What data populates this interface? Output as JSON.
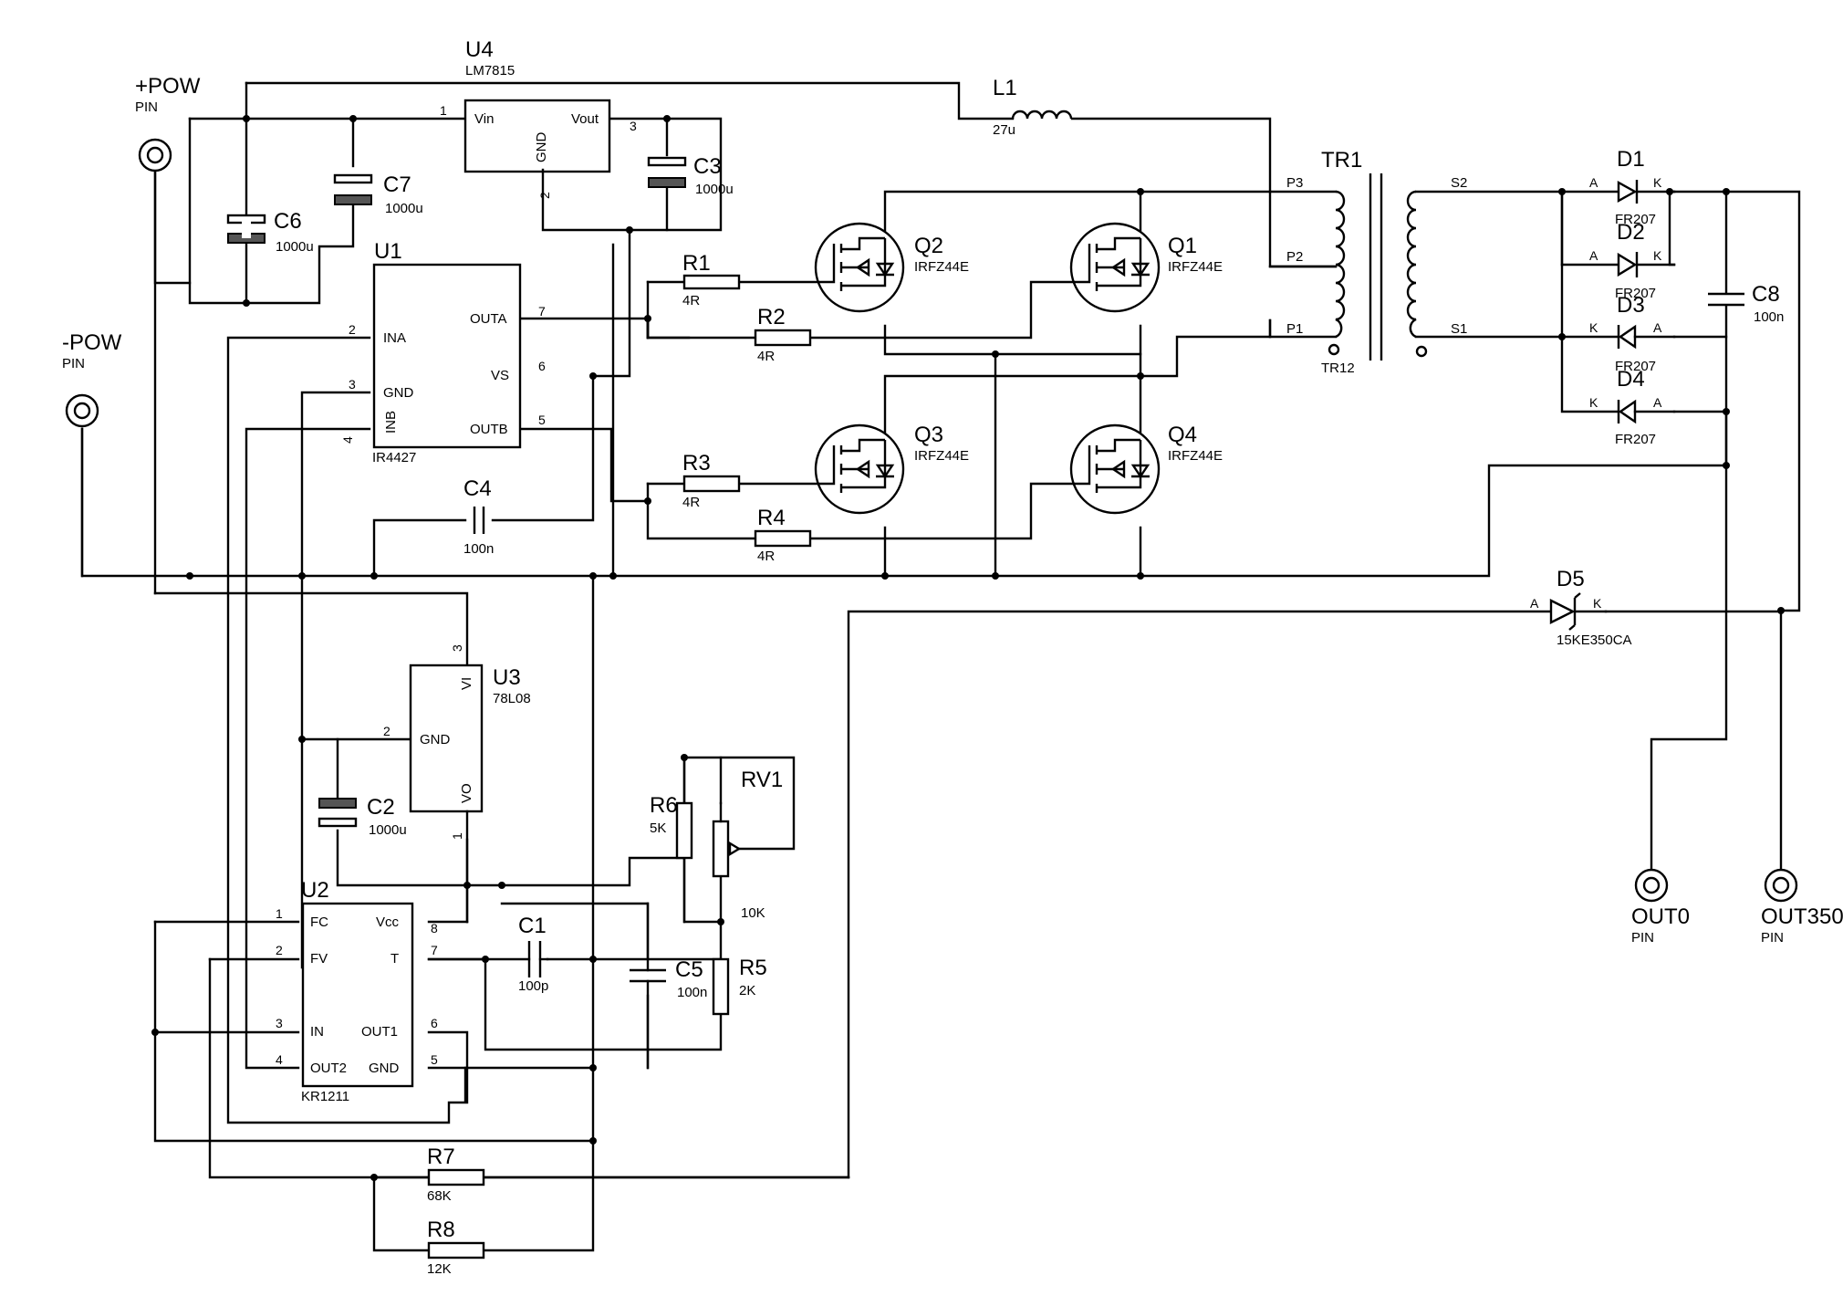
{
  "labels": {
    "pos_pow": {
      "ref": "+POW",
      "type": "PIN"
    },
    "neg_pow": {
      "ref": "-POW",
      "type": "PIN"
    },
    "u4": {
      "ref": "U4",
      "value": "LM7815",
      "pin_vin": "Vin",
      "pin_vout": "Vout",
      "pin_gnd": "GND",
      "n1": "1",
      "n2": "2",
      "n3": "3"
    },
    "l1": {
      "ref": "L1",
      "value": "27u"
    },
    "c6": {
      "ref": "C6",
      "value": "1000u"
    },
    "c7": {
      "ref": "C7",
      "value": "1000u"
    },
    "c3": {
      "ref": "C3",
      "value": "1000u"
    },
    "u1": {
      "ref": "U1",
      "value": "IR4427",
      "pin_ina": "INA",
      "pin_gnd": "GND",
      "pin_inb": "INB",
      "pin_outa": "OUTA",
      "pin_vs": "VS",
      "pin_outb": "OUTB",
      "n2": "2",
      "n3": "3",
      "n4": "4",
      "n5": "5",
      "n6": "6",
      "n7": "7"
    },
    "c4": {
      "ref": "C4",
      "value": "100n"
    },
    "r1": {
      "ref": "R1",
      "value": "4R"
    },
    "r2": {
      "ref": "R2",
      "value": "4R"
    },
    "r3": {
      "ref": "R3",
      "value": "4R"
    },
    "r4": {
      "ref": "R4",
      "value": "4R"
    },
    "q1": {
      "ref": "Q1",
      "value": "IRFZ44E"
    },
    "q2": {
      "ref": "Q2",
      "value": "IRFZ44E"
    },
    "q3": {
      "ref": "Q3",
      "value": "IRFZ44E"
    },
    "q4": {
      "ref": "Q4",
      "value": "IRFZ44E"
    },
    "tr1": {
      "ref": "TR1",
      "value": "TR12",
      "p1": "P1",
      "p2": "P2",
      "p3": "P3",
      "s1": "S1",
      "s2": "S2"
    },
    "d1": {
      "ref": "D1",
      "value": "FR207",
      "a": "A",
      "k": "K"
    },
    "d2": {
      "ref": "D2",
      "value": "FR207",
      "a": "A",
      "k": "K"
    },
    "d3": {
      "ref": "D3",
      "value": "FR207",
      "a": "A",
      "k": "K"
    },
    "d4": {
      "ref": "D4",
      "value": "FR207",
      "a": "A",
      "k": "K"
    },
    "c8": {
      "ref": "C8",
      "value": "100n"
    },
    "d5": {
      "ref": "D5",
      "value": "15KE350CA",
      "a": "A",
      "k": "K"
    },
    "out0": {
      "ref": "OUT0",
      "type": "PIN"
    },
    "out350": {
      "ref": "OUT350",
      "type": "PIN"
    },
    "u3": {
      "ref": "U3",
      "value": "78L08",
      "pin_gnd": "GND",
      "pin_vi": "VI",
      "pin_vo": "VO",
      "n1": "1",
      "n2": "2",
      "n3": "3"
    },
    "c2": {
      "ref": "C2",
      "value": "1000u"
    },
    "r6": {
      "ref": "R6",
      "value": "5K"
    },
    "rv1": {
      "ref": "RV1",
      "value": "10K"
    },
    "r5": {
      "ref": "R5",
      "value": "2K"
    },
    "c1": {
      "ref": "C1",
      "value": "100p"
    },
    "c5": {
      "ref": "C5",
      "value": "100n"
    },
    "u2": {
      "ref": "U2",
      "value": "KR1211",
      "pin_fc": "FC",
      "pin_fv": "FV",
      "pin_in": "IN",
      "pin_out2": "OUT2",
      "pin_vcc": "Vcc",
      "pin_t": "T",
      "pin_out1": "OUT1",
      "pin_gnd": "GND",
      "n1": "1",
      "n2": "2",
      "n3": "3",
      "n4": "4",
      "n5": "5",
      "n6": "6",
      "n7": "7",
      "n8": "8"
    },
    "r7": {
      "ref": "R7",
      "value": "68K"
    },
    "r8": {
      "ref": "R8",
      "value": "12K"
    }
  }
}
